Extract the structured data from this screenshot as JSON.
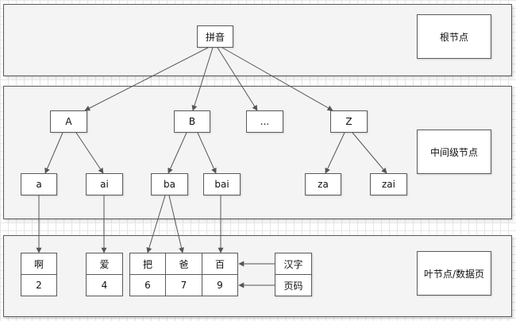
{
  "labels": {
    "root_level": "根节点",
    "middle_level": "中间级节点",
    "leaf_level": "叶节点/数据页"
  },
  "root": {
    "label": "拼音"
  },
  "middle": {
    "A": "A",
    "B": "B",
    "ellipsis": "...",
    "Z": "Z",
    "a": "a",
    "ai": "ai",
    "ba": "ba",
    "bai": "bai",
    "za": "za",
    "zai": "zai"
  },
  "leaves": [
    {
      "char": "啊",
      "page": "2"
    },
    {
      "char": "爱",
      "page": "4"
    },
    {
      "char": "把",
      "page": "6"
    },
    {
      "char": "爸",
      "page": "7"
    },
    {
      "char": "百",
      "page": "9"
    }
  ],
  "legend": {
    "char_label": "汉字",
    "page_label": "页码"
  },
  "colors": {
    "line": "#555555",
    "panel": "#f4f4f4",
    "grid": "#e6e6e6"
  }
}
